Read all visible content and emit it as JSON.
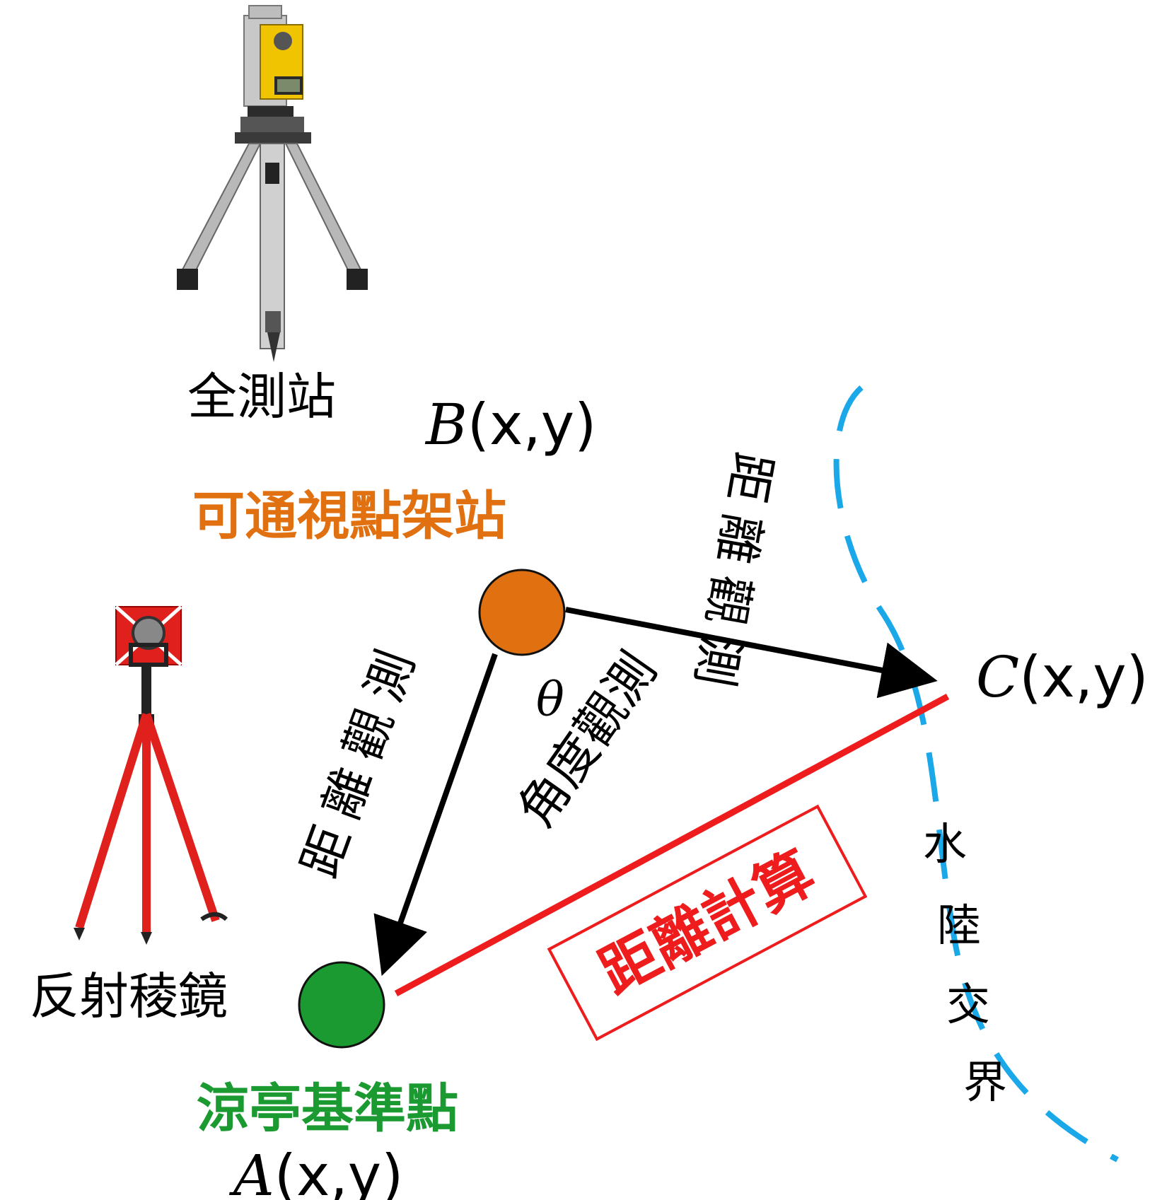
{
  "equipment": {
    "total_station_label": "全測站",
    "prism_label": "反射稜鏡"
  },
  "points": {
    "B": {
      "letter": "B",
      "coord": "(x,y)",
      "label": "可通視點架站",
      "color": "#e07010"
    },
    "A": {
      "letter": "A",
      "coord": "(x,y)",
      "label": "涼亭基準點",
      "color": "#1a9a30"
    },
    "C": {
      "letter": "C",
      "coord": "(x,y)"
    }
  },
  "observations": {
    "distance_bc": "距離觀測",
    "distance_ba": "距離觀測",
    "angle_symbol": "θ",
    "angle_label": "角度觀測"
  },
  "calculation": {
    "label": "距離計算",
    "color": "#ee1c1c"
  },
  "boundary": {
    "label": "水陸交界",
    "color": "#1aa8e8"
  }
}
